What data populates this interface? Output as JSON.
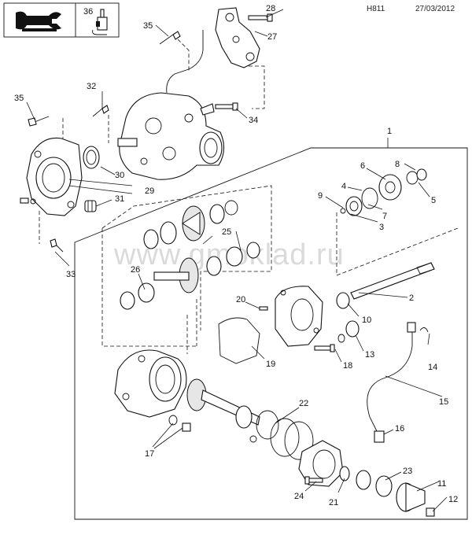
{
  "header": {
    "code": "H811",
    "date": "27/03/2012"
  },
  "watermark": "www.gmoklad.ru",
  "callouts": {
    "c1": "1",
    "c2": "2",
    "c3": "3",
    "c4": "4",
    "c5": "5",
    "c6": "6",
    "c7": "7",
    "c8": "8",
    "c9": "9",
    "c10": "10",
    "c11": "11",
    "c12": "12",
    "c13": "13",
    "c14": "14",
    "c15": "15",
    "c16": "16",
    "c17": "17",
    "c18": "18",
    "c19": "19",
    "c20": "20",
    "c21": "21",
    "c22": "22",
    "c23": "23",
    "c24": "24",
    "c25": "25",
    "c26": "26",
    "c27": "27",
    "c28": "28",
    "c29": "29",
    "c30": "30",
    "c31": "31",
    "c32": "32",
    "c33": "33",
    "c34": "34",
    "c35a": "35",
    "c35b": "35",
    "c36": "36"
  },
  "legend_icons": [
    "workbench-wrench-icon",
    "sealant-tube-icon"
  ],
  "colors": {
    "ink": "#111111",
    "watermark": "#bdbdbd",
    "background": "#ffffff"
  }
}
